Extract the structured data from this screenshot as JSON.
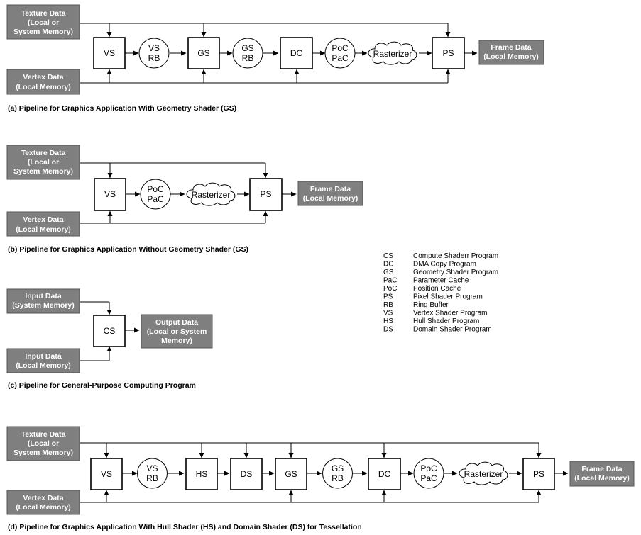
{
  "nodes": {
    "texture": [
      "Texture Data",
      "(Local or",
      "System Memory)"
    ],
    "vertex": [
      "Vertex Data",
      "(Local Memory)"
    ],
    "frame": [
      "Frame Data",
      "(Local Memory)"
    ],
    "input_sys": [
      "Input Data",
      "(System Memory)"
    ],
    "input_local": [
      "Input Data",
      "(Local Memory)"
    ],
    "output": [
      "Output Data",
      "(Local or System",
      "Memory)"
    ],
    "vs": "VS",
    "gs": "GS",
    "dc": "DC",
    "ps": "PS",
    "cs": "CS",
    "hs": "HS",
    "ds": "DS",
    "vsrb": [
      "VS",
      "RB"
    ],
    "gsrb": [
      "GS",
      "RB"
    ],
    "pocpac": [
      "PoC",
      "PaC"
    ],
    "rasterizer": "Rasterizer"
  },
  "captions": {
    "a": "(a) Pipeline for Graphics Application With Geometry Shader (GS)",
    "b": "(b) Pipeline for Graphics Application Without Geometry Shader (GS)",
    "c": "(c) Pipeline for General-Purpose Computing Program",
    "d": "(d) Pipeline for Graphics Application With Hull Shader (HS) and Domain Shader (DS) for Tessellation"
  },
  "legend": [
    {
      "abbr": "CS",
      "desc": "Compute Shaderr Program"
    },
    {
      "abbr": "DC",
      "desc": "DMA Copy Program"
    },
    {
      "abbr": "GS",
      "desc": "Geometry Shader Program"
    },
    {
      "abbr": "PaC",
      "desc": "Parameter Cache"
    },
    {
      "abbr": "PoC",
      "desc": "Position Cache"
    },
    {
      "abbr": "PS",
      "desc": "Pixel Shader Program"
    },
    {
      "abbr": "RB",
      "desc": "Ring Buffer"
    },
    {
      "abbr": "VS",
      "desc": "Vertex Shader Program"
    },
    {
      "abbr": "HS",
      "desc": "Hull Shader Program"
    },
    {
      "abbr": "DS",
      "desc": "Domain Shader Program"
    }
  ]
}
